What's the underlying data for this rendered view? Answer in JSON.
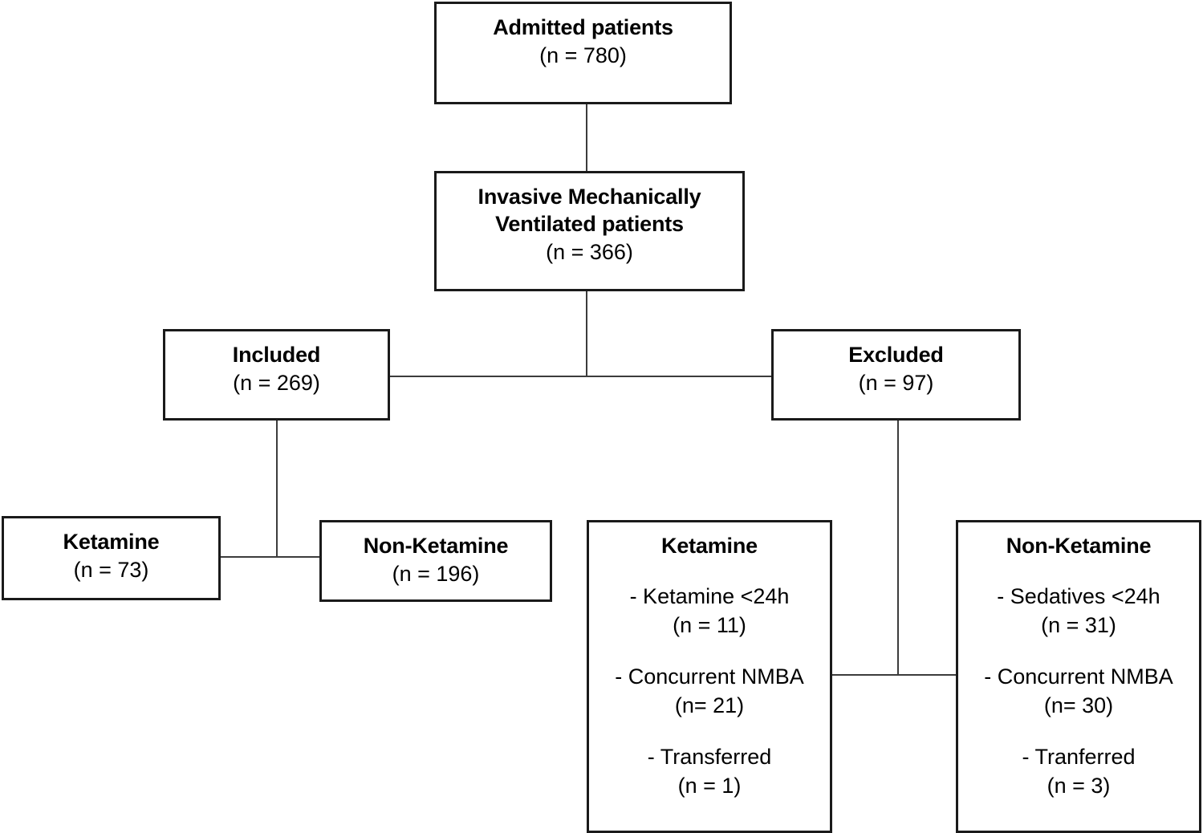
{
  "diagram": {
    "type": "flowchart",
    "description": "Patient selection flow diagram",
    "nodes": {
      "admitted": {
        "title": "Admitted patients",
        "count": "(n = 780)"
      },
      "ventilated": {
        "title_line1": "Invasive Mechanically",
        "title_line2": "Ventilated patients",
        "count": "(n = 366)"
      },
      "included": {
        "title": "Included",
        "count": "(n = 269)"
      },
      "excluded": {
        "title": "Excluded",
        "count": "(n = 97)"
      },
      "included_ketamine": {
        "title": "Ketamine",
        "count": "(n = 73)"
      },
      "included_non_ketamine": {
        "title": "Non-Ketamine",
        "count": "(n = 196)"
      },
      "excluded_ketamine": {
        "title": "Ketamine",
        "reasons": [
          {
            "label": "- Ketamine <24h",
            "count": "(n = 11)"
          },
          {
            "label": "- Concurrent NMBA",
            "count": "(n= 21)"
          },
          {
            "label": "- Transferred",
            "count": "(n = 1)"
          }
        ]
      },
      "excluded_non_ketamine": {
        "title": "Non-Ketamine",
        "reasons": [
          {
            "label": "- Sedatives <24h",
            "count": "(n = 31)"
          },
          {
            "label": "- Concurrent NMBA",
            "count": "(n= 30)"
          },
          {
            "label": "- Tranferred",
            "count": "(n = 3)"
          }
        ]
      }
    },
    "colors": {
      "box_border": "#1a1a1a",
      "connector": "#3c3c3c",
      "background": "#ffffff",
      "text": "#000000"
    }
  }
}
